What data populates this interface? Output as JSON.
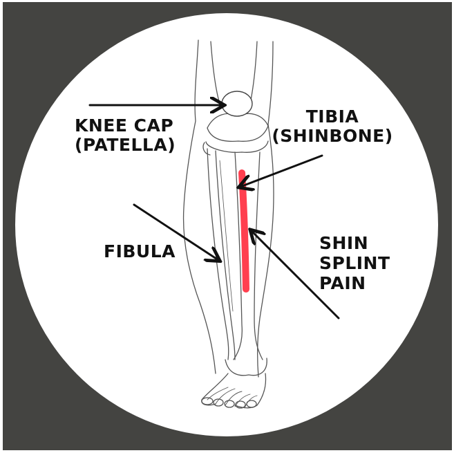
{
  "colors": {
    "background": "#444441",
    "circle": "#ffffff",
    "ink": "#111111",
    "pain_highlight": "#ff2a3c"
  },
  "labels": {
    "knee_cap_line1": "KNEE CAP",
    "knee_cap_line2": "(PATELLA)",
    "tibia_line1": "TIBIA",
    "tibia_line2": "(SHINBONE)",
    "fibula": "FIBULA",
    "shin_line1": "SHIN",
    "shin_line2": "SPLINT",
    "shin_line3": "PAIN"
  }
}
